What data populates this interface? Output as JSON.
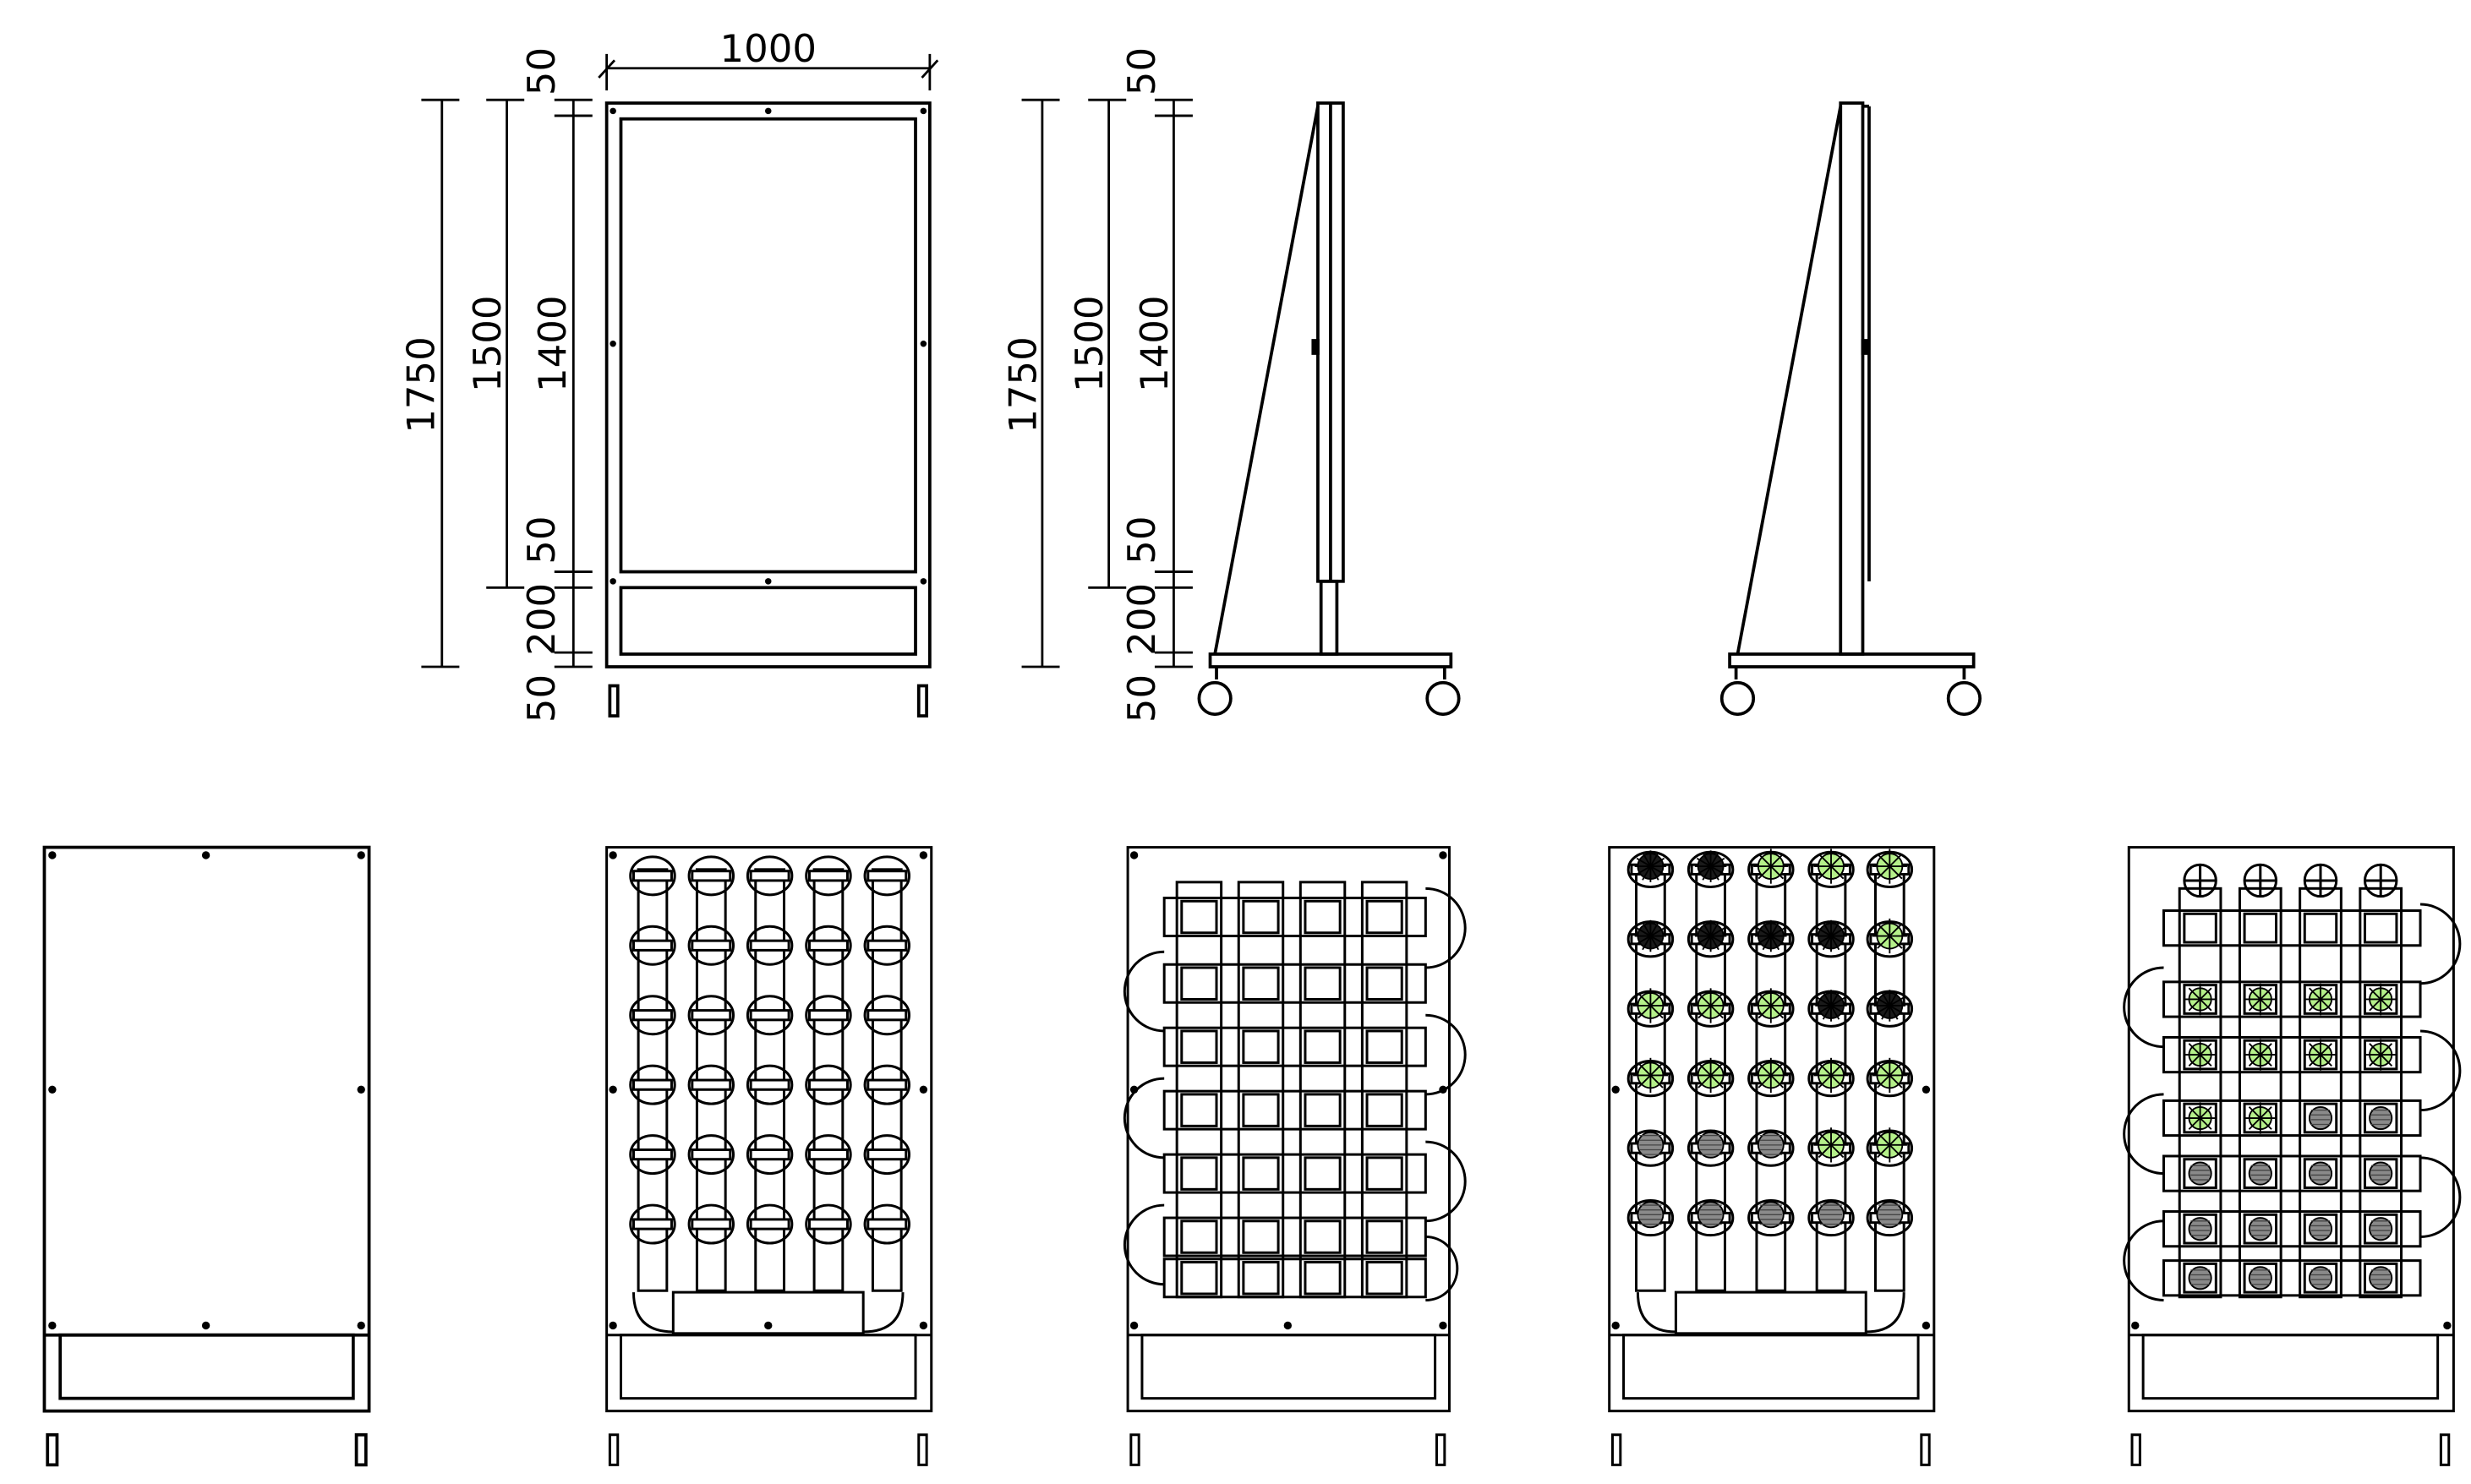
{
  "drawing": {
    "front_view": {
      "width_label": "1000",
      "height_labels": {
        "total": "1750",
        "frame": "1500",
        "panel": "1400",
        "top_margin": "50",
        "panel_bottom_margin": "50",
        "base_box": "200",
        "base_bottom": "50"
      }
    },
    "side_view": {
      "height_labels": {
        "total": "1750",
        "frame": "1500",
        "panel": "1400",
        "top_margin": "50",
        "panel_bottom_margin": "50",
        "base_box": "200",
        "base_bottom": "50"
      }
    },
    "plant_color": "#b5f08a",
    "line_color": "#000000",
    "dark_plant_color": "#1a1a1a",
    "grey_plant_color": "#8a8a8a"
  }
}
